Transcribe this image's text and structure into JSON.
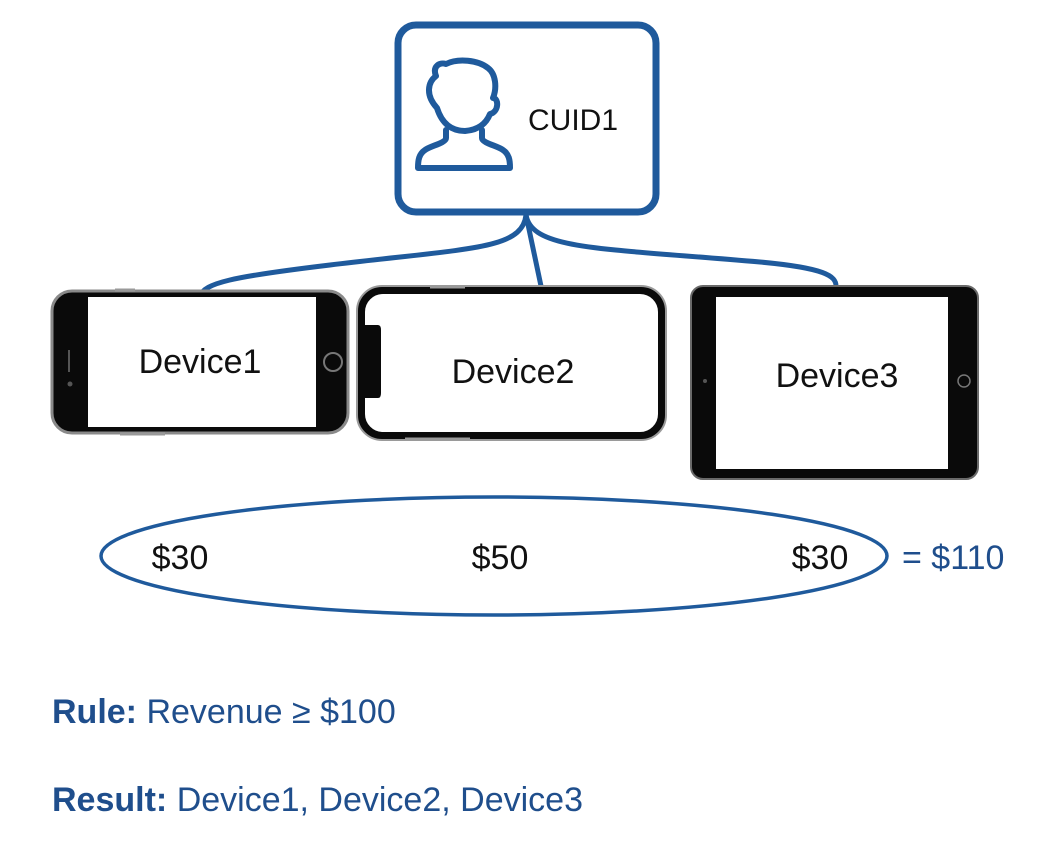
{
  "user": {
    "id_label": "CUID1",
    "icon": "user-icon"
  },
  "devices": [
    {
      "label": "Device1",
      "kind": "phone-with-home-button",
      "revenue": "$30"
    },
    {
      "label": "Device2",
      "kind": "phone-with-notch",
      "revenue": "$50"
    },
    {
      "label": "Device3",
      "kind": "tablet",
      "revenue": "$30"
    }
  ],
  "total": "= $110",
  "rule": {
    "label": "Rule:",
    "text": "Revenue ≥ $100"
  },
  "result": {
    "label": "Result:",
    "text": "Device1, Device2, Device3"
  },
  "colors": {
    "accent_blue": "#1f5a9c",
    "device_black": "#0a0a0a",
    "text_blue": "#1f4e8c"
  }
}
